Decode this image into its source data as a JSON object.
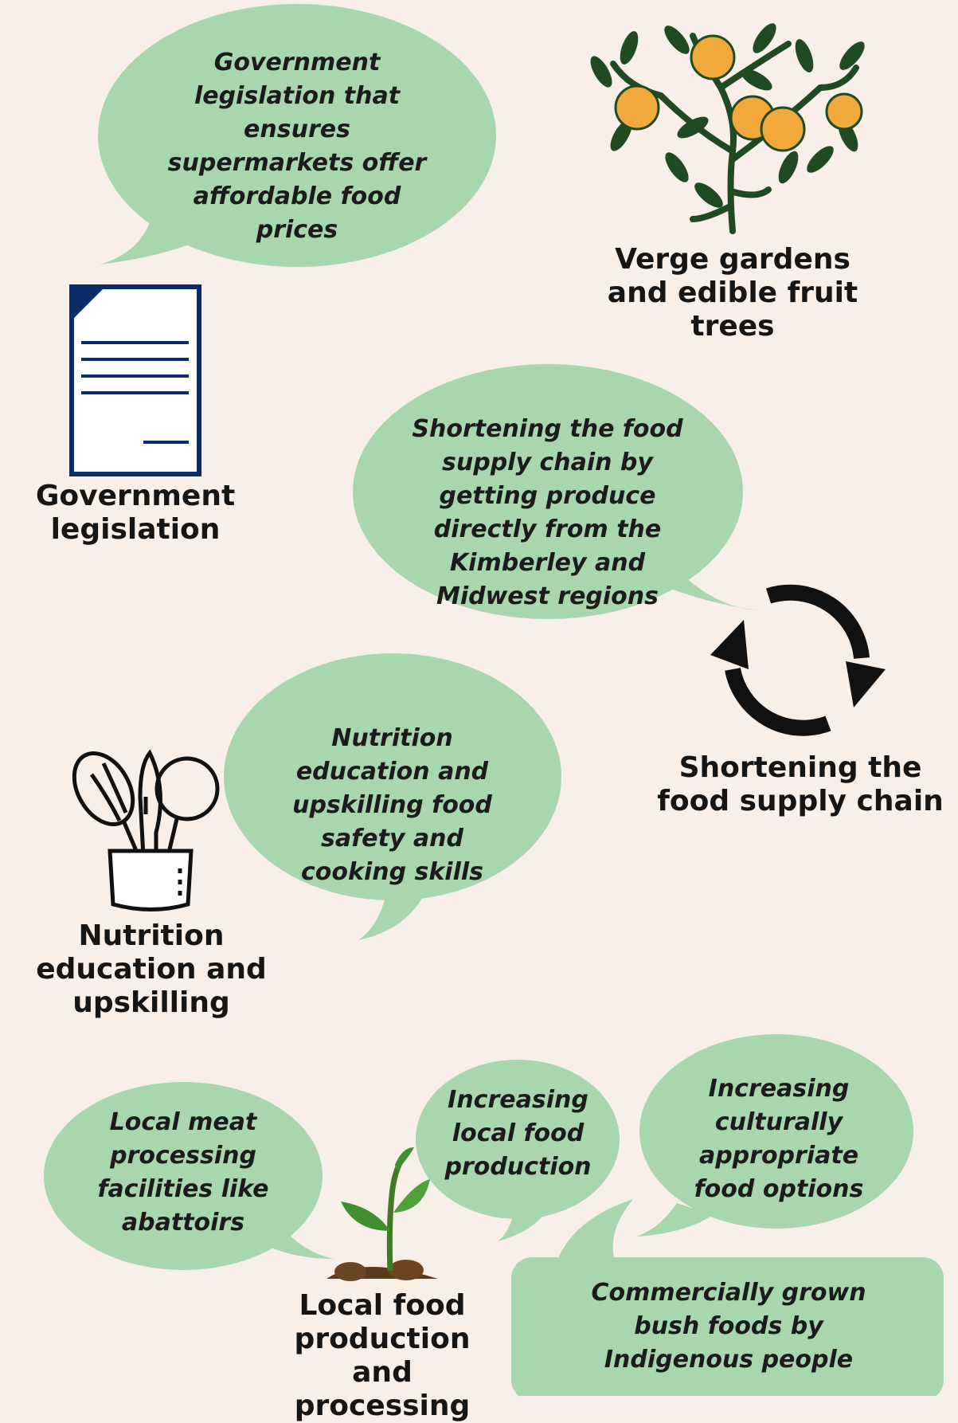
{
  "colors": {
    "background": "#f9efe9",
    "bubble": "#a8d6ad",
    "doc_blue": "#0b2c6b",
    "orange": "#f2a93b",
    "leaf": "#1f4a22"
  },
  "bubbles": {
    "legislation": "Government legislation that ensures supermarkets offer affordable food prices",
    "supply": "Shortening the food supply chain by getting produce directly from the Kimberley and Midwest regions",
    "nutrition": "Nutrition education and upskilling food safety and cooking skills",
    "meat": "Local meat processing facilities like abattoirs",
    "local_prod": "Increasing local food production",
    "cultural": "Increasing culturally appropriate food options",
    "bush": "Commercially grown bush foods by Indigenous people"
  },
  "labels": {
    "verge": "Verge gardens and edible fruit trees",
    "legislation": "Government legislation",
    "supply": "Shortening the food supply chain",
    "nutrition": "Nutrition education and upskilling",
    "local": "Local food production and processing"
  },
  "icons": [
    "orange-tree-icon",
    "document-icon",
    "recycle-arrows-icon",
    "kitchen-utensils-icon",
    "seedling-icon"
  ]
}
